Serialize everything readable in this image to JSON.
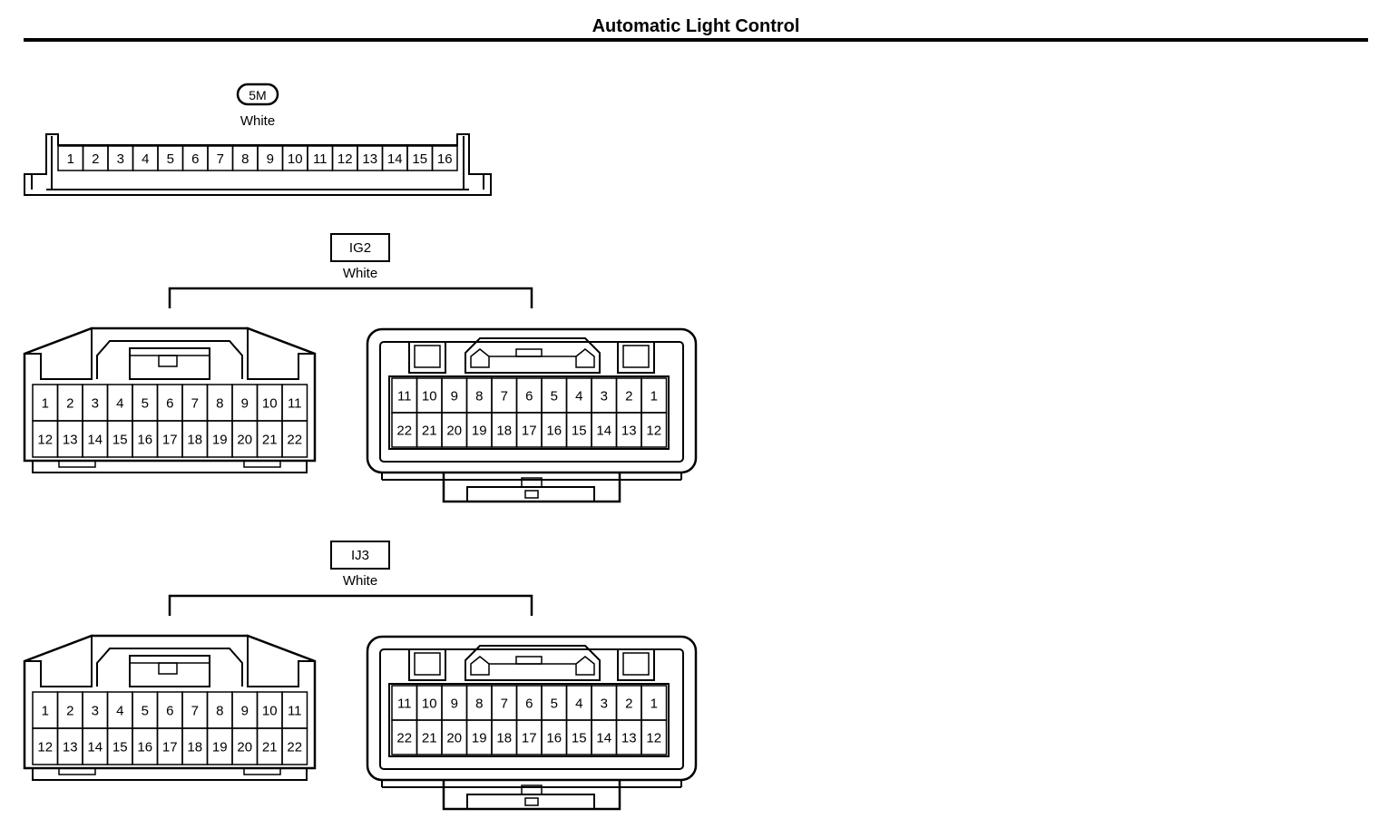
{
  "title": "Automatic Light Control",
  "connectors": [
    {
      "id": "5M",
      "color": "White",
      "label_style": "rounded",
      "views": [
        {
          "kind": "single-row",
          "rows": [
            [
              "1",
              "2",
              "3",
              "4",
              "5",
              "6",
              "7",
              "8",
              "9",
              "10",
              "11",
              "12",
              "13",
              "14",
              "15",
              "16"
            ]
          ]
        }
      ]
    },
    {
      "id": "IG2",
      "color": "White",
      "label_style": "box",
      "views": [
        {
          "kind": "male",
          "rows": [
            [
              "1",
              "2",
              "3",
              "4",
              "5",
              "6",
              "7",
              "8",
              "9",
              "10",
              "11"
            ],
            [
              "12",
              "13",
              "14",
              "15",
              "16",
              "17",
              "18",
              "19",
              "20",
              "21",
              "22"
            ]
          ]
        },
        {
          "kind": "female",
          "rows": [
            [
              "11",
              "10",
              "9",
              "8",
              "7",
              "6",
              "5",
              "4",
              "3",
              "2",
              "1"
            ],
            [
              "22",
              "21",
              "20",
              "19",
              "18",
              "17",
              "16",
              "15",
              "14",
              "13",
              "12"
            ]
          ]
        }
      ]
    },
    {
      "id": "IJ3",
      "color": "White",
      "label_style": "box",
      "views": [
        {
          "kind": "male",
          "rows": [
            [
              "1",
              "2",
              "3",
              "4",
              "5",
              "6",
              "7",
              "8",
              "9",
              "10",
              "11"
            ],
            [
              "12",
              "13",
              "14",
              "15",
              "16",
              "17",
              "18",
              "19",
              "20",
              "21",
              "22"
            ]
          ]
        },
        {
          "kind": "female",
          "rows": [
            [
              "11",
              "10",
              "9",
              "8",
              "7",
              "6",
              "5",
              "4",
              "3",
              "2",
              "1"
            ],
            [
              "22",
              "21",
              "20",
              "19",
              "18",
              "17",
              "16",
              "15",
              "14",
              "13",
              "12"
            ]
          ]
        }
      ]
    }
  ]
}
